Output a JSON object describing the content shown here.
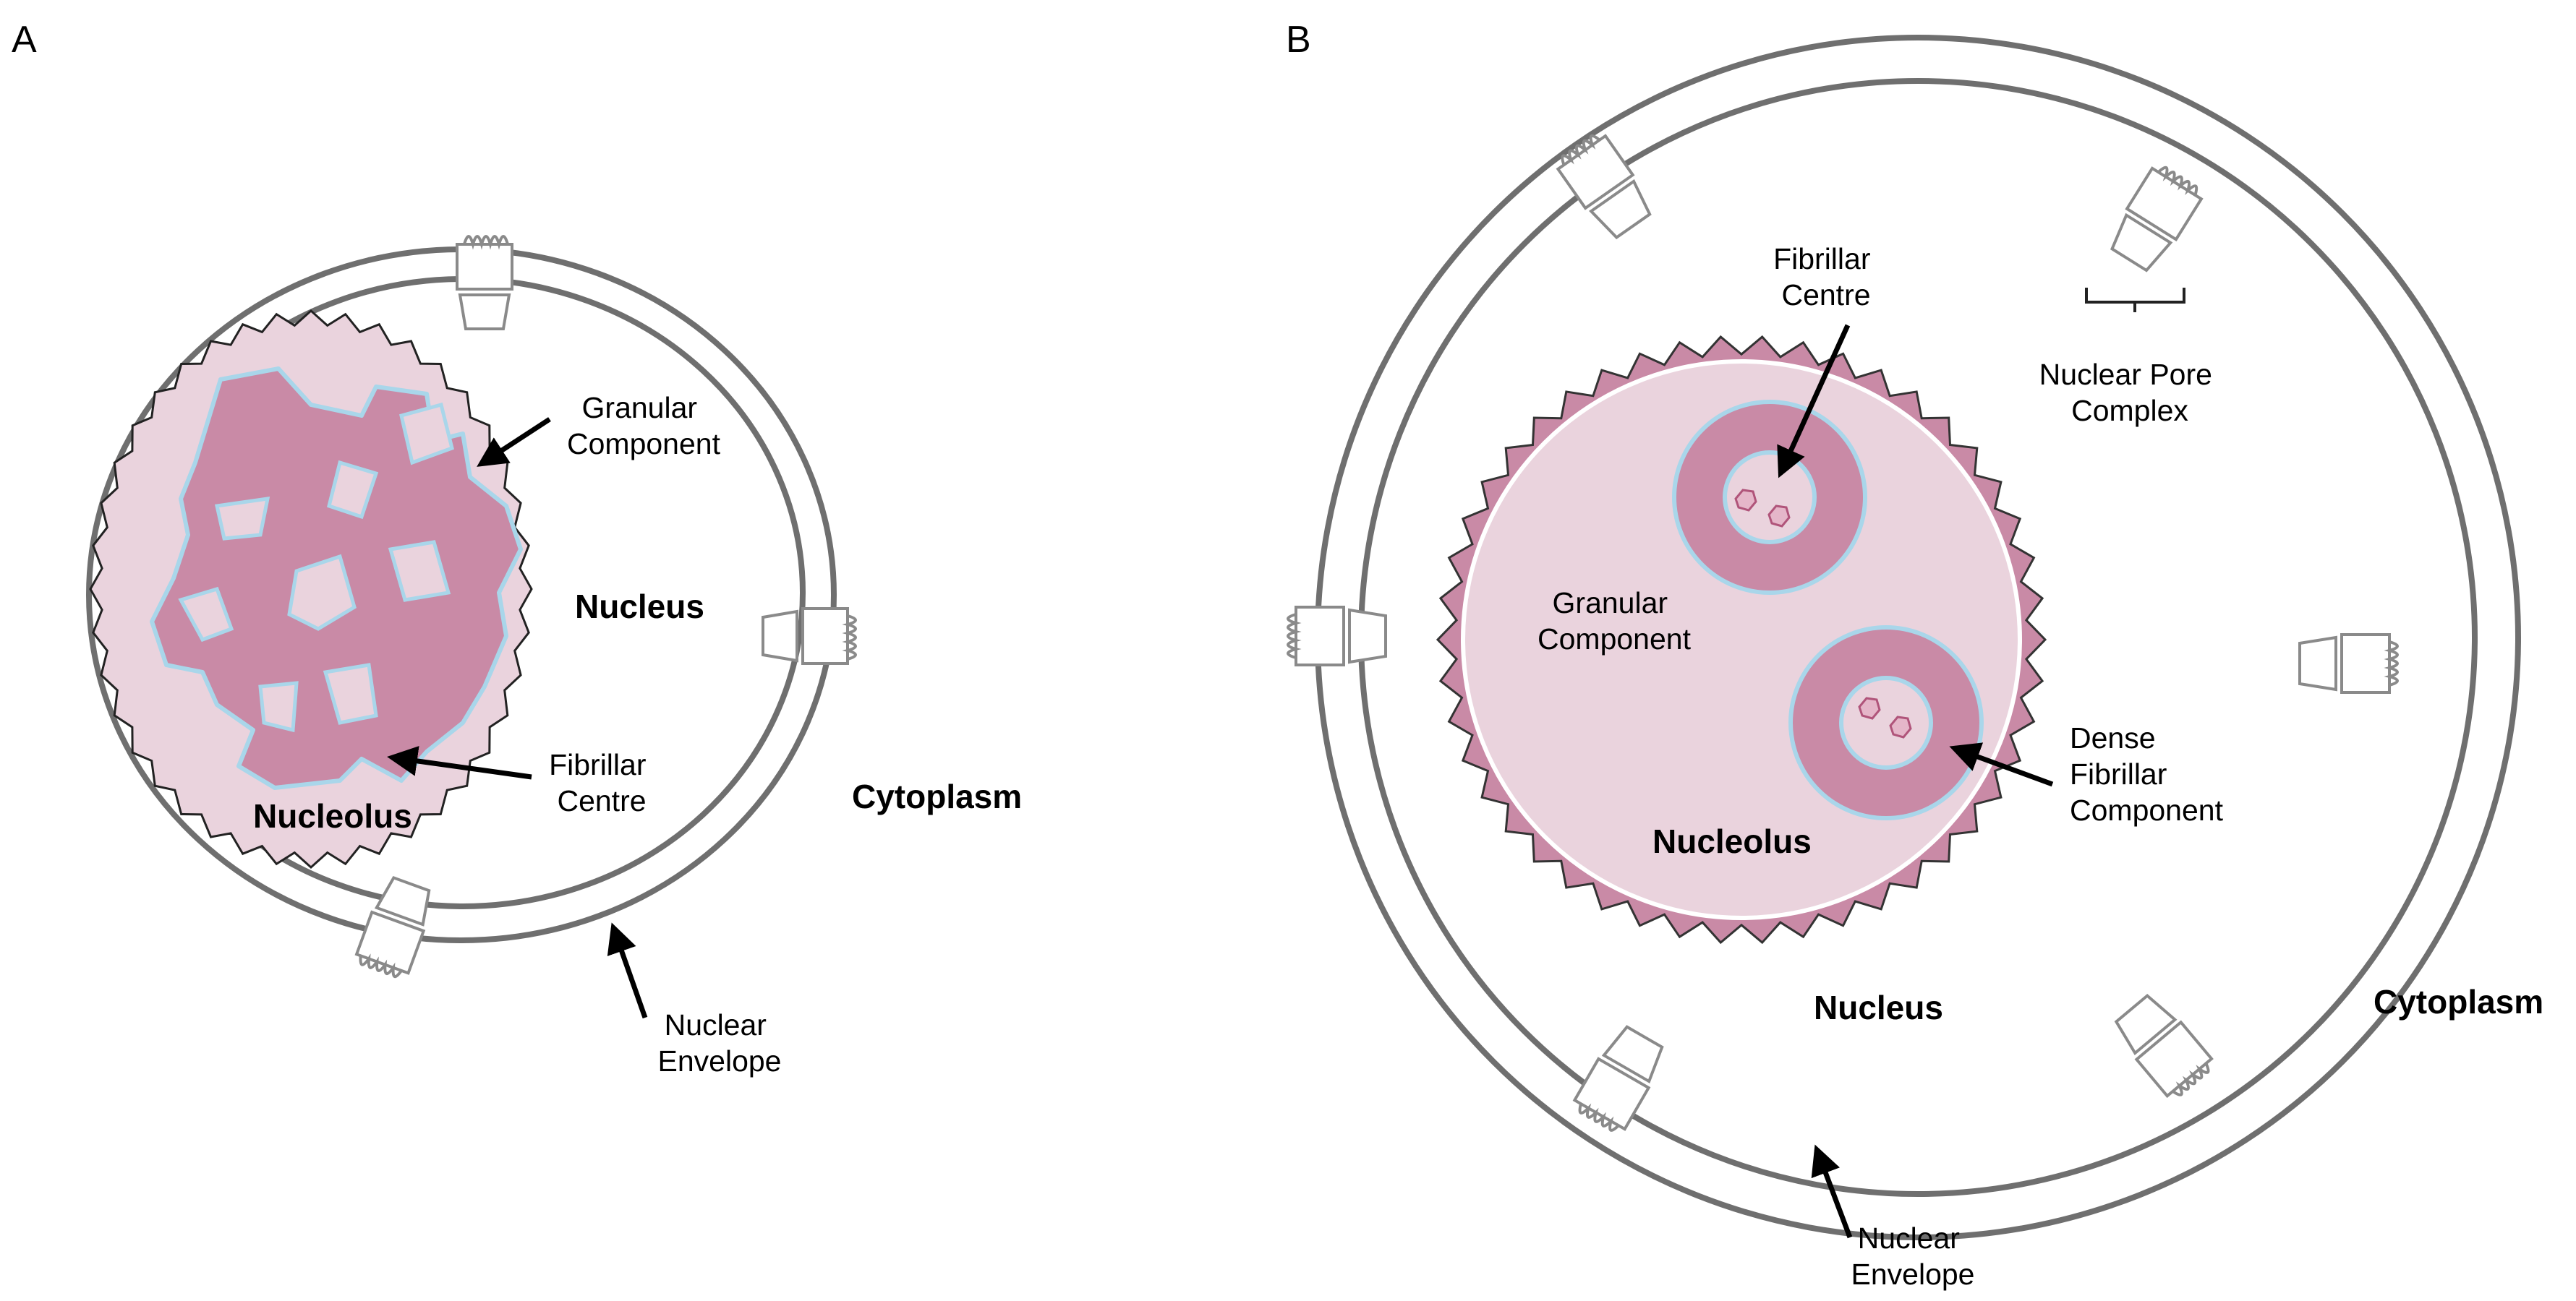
{
  "panels": [
    {
      "id": "A",
      "letter": "A",
      "labels": {
        "granular": [
          "Granular",
          "Component"
        ],
        "nucleus": "Nucleus",
        "fibrillar": [
          "Fibrillar",
          "Centre"
        ],
        "nucleolus": "Nucleolus",
        "cytoplasm": "Cytoplasm",
        "envelope": [
          "Nuclear",
          "Envelope"
        ]
      }
    },
    {
      "id": "B",
      "letter": "B",
      "labels": {
        "fibrillar": [
          "Fibrillar",
          "Centre"
        ],
        "pore": [
          "Nuclear Pore",
          "Complex"
        ],
        "granular": [
          "Granular",
          "Component"
        ],
        "dense": [
          "Dense",
          "Fibrillar",
          "Component"
        ],
        "nucleolus": "Nucleolus",
        "nucleus": "Nucleus",
        "cytoplasm": "Cytoplasm",
        "envelope": [
          "Nuclear",
          "Envelope"
        ]
      }
    }
  ],
  "colors": {
    "envelope": "#6f6f6f",
    "nucleolus_granular": "#ead3dd",
    "nucleolus_dense": "#c98aa6",
    "fibrillar_border": "#a9d6ea",
    "pore": "#8a8a8a",
    "text": "#000000"
  }
}
